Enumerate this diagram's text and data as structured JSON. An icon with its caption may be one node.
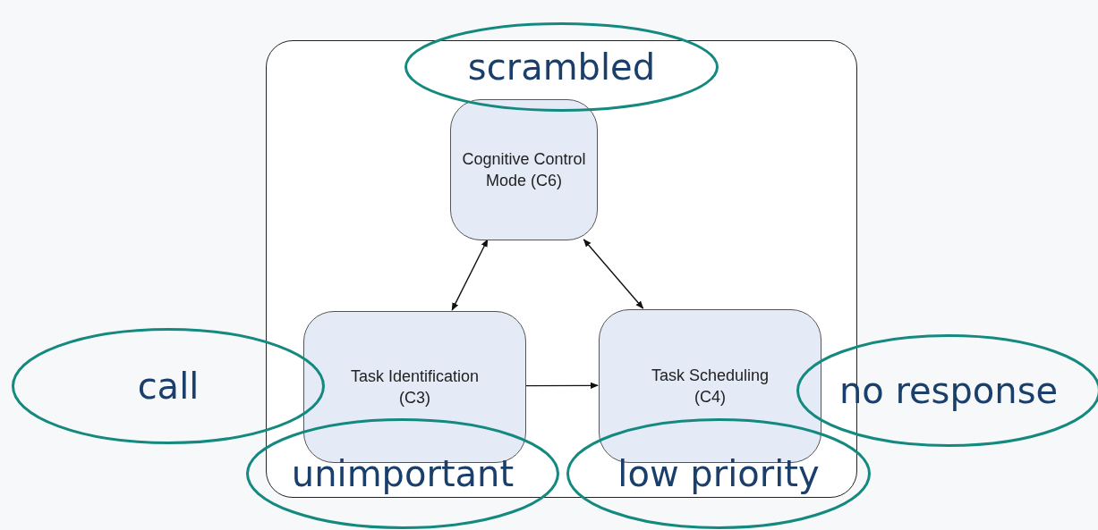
{
  "diagram": {
    "nodes": [
      {
        "text": [],
        "shape": "box"
      },
      {
        "text": [
          "Cognitive Control Mode (C6)"
        ],
        "in": 0
      },
      {
        "text": [
          "Task Identification (C3)"
        ],
        "in": 0
      },
      {
        "text": [
          "Task Scheduling (C4)"
        ],
        "in": 0
      },
      {
        "text": [
          "scrambled"
        ]
      },
      {
        "text": [
          "call"
        ]
      },
      {
        "text": [
          "no response"
        ]
      },
      {
        "text": [
          "unimportant"
        ]
      },
      {
        "text": [
          "low priority"
        ]
      }
    ],
    "edges": [
      {
        "from": 1,
        "to": 2,
        "arrow": "both"
      },
      {
        "from": 1,
        "to": 3,
        "arrow": "both"
      },
      {
        "from": 2,
        "to": 3,
        "arrow": "to"
      }
    ]
  }
}
